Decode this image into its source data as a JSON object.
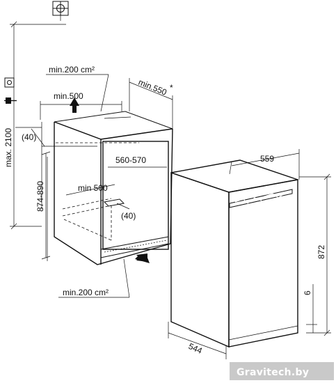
{
  "labels": {
    "max_height": "max. 2100",
    "vent_top": "min.200 cm²",
    "depth_top": "min.500",
    "width_top": "min.550",
    "asterisk": "*",
    "offset_left": "(40)",
    "niche_height": "874-890",
    "niche_width": "560-570",
    "depth_inner": "min 500",
    "offset_inner": "(40)",
    "vent_bottom": "min.200 cm²",
    "unit_width": "559",
    "unit_height": "872",
    "plinth": "6",
    "unit_depth": "544"
  },
  "watermark": "Gravitech.by",
  "icons": [
    "water-connection-icon",
    "socket-icon",
    "plug-icon",
    "airflow-arrow-icon"
  ]
}
